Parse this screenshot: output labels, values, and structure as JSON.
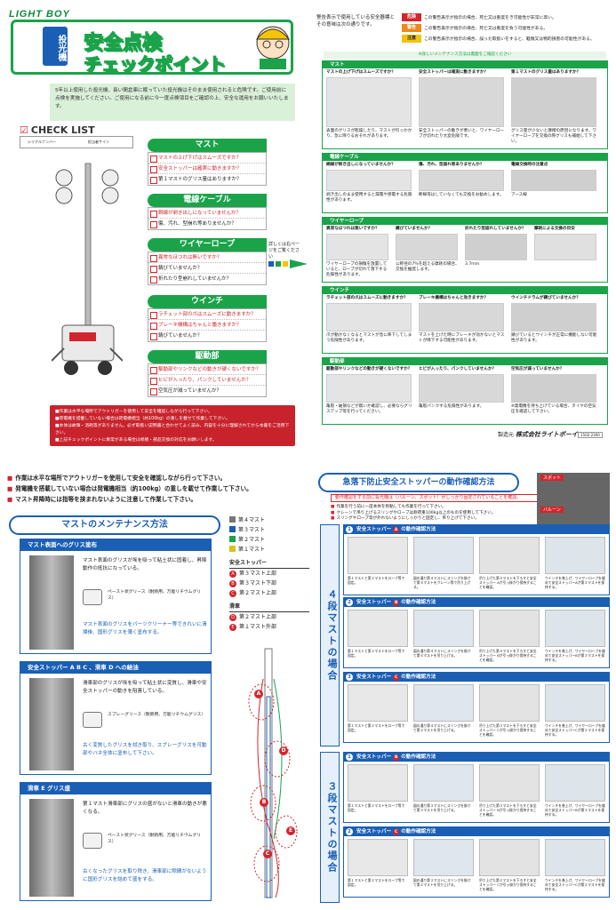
{
  "brand": "LIGHT BOY",
  "badge": "投光機",
  "title_line1": "安全点検",
  "title_line2": "チェックポイント",
  "intro": "5年以上使用した投光機、長い間倉庫に眠っていた投光機はそのまま使用されると危険です。ご使用前に点検を実施してください。ご使用になる前に今一度点検項目をご確認の上、安全な運用をお願いいたします。",
  "checklist": {
    "title": "CHECK LIST",
    "col1": "シリアルナンバー",
    "col2": "担当者サイン",
    "sections": [
      {
        "name": "マスト",
        "items": [
          {
            "text": "マストの上げ下げはスムーズですか？",
            "red": true
          },
          {
            "text": "安全ストッパーは確実に動きますか？",
            "red": true
          },
          {
            "text": "第１マストのグリス量はありますか？",
            "red": false
          }
        ]
      },
      {
        "name": "電線ケーブル",
        "items": [
          {
            "text": "銅線が剥き出しになっていませんか？",
            "red": true
          },
          {
            "text": "傷、汚れ、型崩れ等ありませんか？",
            "red": false
          }
        ]
      },
      {
        "name": "ワイヤーロープ",
        "items": [
          {
            "text": "異常なほつれは無いですか？",
            "red": true
          },
          {
            "text": "錆びていませんか？",
            "red": false
          },
          {
            "text": "折れたり型崩れしていませんか？",
            "red": false
          }
        ]
      },
      {
        "name": "ウインチ",
        "items": [
          {
            "text": "ラチェット部の爪はスムーズに動きますか？",
            "red": true
          },
          {
            "text": "ブレーキ機構はちゃんと働きますか？",
            "red": true
          },
          {
            "text": "錆びていませんか？",
            "red": false
          }
        ]
      },
      {
        "name": "駆動部",
        "items": [
          {
            "text": "駆動部やリンクなどの動きが硬くないですか？",
            "red": true
          },
          {
            "text": "ヒビが入ったり、パンクしていませんか？",
            "red": true
          },
          {
            "text": "空気圧が減っていませんか？",
            "red": false
          }
        ]
      }
    ],
    "side_note": "詳しくは右ページをご覧ください"
  },
  "tl_warnings": [
    "■作業は水平な場所でアウトリガーを使用して安全を確認しながら行って下さい。",
    "■荷電機を搭載していない場合は荷電機相当（約100kg）の重しを載せて作業して下さい。",
    "■本体は故障・消耗等がありません。必ず取扱い説明書と合わせてよく読み、内容を十分に理解されてから本書をご活用下さい。",
    "■上記チェックポイントに異常がある場合は修繕・部品交換の対応をお願いします。"
  ],
  "tr": {
    "lead": "警告表示で使用している安全器標と その意味は次の通りです。",
    "danger_rows": [
      {
        "tag": "危険",
        "color": "#d2262c",
        "text": "この警告表示が指示の場合、死亡又は重度をき可能性が非常に高い。"
      },
      {
        "tag": "警告",
        "color": "#e98a1a",
        "text": "この警告表示が指示の場合、死亡又は重度を負う可能性がある。"
      },
      {
        "tag": "注意",
        "color": "#f1c40f",
        "text": "この警告表示が指示の場合、誤った取扱いをすると、軽傷又は物的損害の可能性がある。"
      }
    ],
    "mini_note": "※詳しいメンテナンス方法は裏面をご確認ください",
    "sections": [
      {
        "name": "マスト",
        "caps": [
          "マストの上げ下げはスムーズですか？",
          "安全ストッパーは確実に動きますか？",
          "第１マストのグリス量はありますか？"
        ],
        "notes": [
          "表面のグリスが乾燥したり、マストが引っかかり、急に降りるおそれがあります。",
          "安全ストッパーの動きが悪いと、ワイヤーロープが切れたり大変危険です。",
          "グリス量が少ないと摩擦の原因になります。ワイヤーロープを交換の際グリスも補給して下さい。"
        ]
      },
      {
        "name": "電線ケーブル",
        "caps": [
          "銅線が剥き出しになっていませんか？",
          "傷、汚れ、型崩れ等ありませんか？",
          "電線交換時の注意点"
        ],
        "notes": [
          "剥き出しのまま使用すると漏電や感電する危険性があります。",
          "断線等はしていなくても交換をお勧めします。",
          "アース線"
        ]
      },
      {
        "name": "ワイヤーロープ",
        "caps": [
          "異常なほつれは無いですか？",
          "錆びていませんか？",
          "折れたり型崩れしていませんか？",
          "摩耗による交換の目安"
        ],
        "notes": [
          "ワイヤーロープの損傷を放置していると、ロープが切れて落下する危険性があります。",
          "公称径の7％を超える摩耗の場合、交換を推奨します。",
          "3.7mm"
        ]
      },
      {
        "name": "ウインチ",
        "caps": [
          "ラチェット部の爪はスムーズに動きますか？",
          "ブレーキ機構はちゃんと効きますか？",
          "ウインチドラムが錆びていませんか？"
        ],
        "notes": [
          "爪が動かなくなるとマストが急に降下してしまう危険性があります。",
          "マストを上げた時にブレーキが効かないとマストが降下する可能性があります。",
          "錆びているとウインチが正常に機能しない可能性があります。"
        ]
      },
      {
        "name": "駆動部",
        "caps": [
          "駆動部やリンクなどの動きが硬くないですか？",
          "ヒビが入ったり、パンクしていませんか？",
          "空気圧が減っていませんか？"
        ],
        "notes": [
          "亀裂・破損などが無いか確認し、必要ならグリスアップ等を行ってください。",
          "亀裂パンクする危険性があります。",
          "※発電機を持ち上げている場合、タイヤの空気圧を確認して下さい。"
        ]
      }
    ],
    "footer_lead": "製造元",
    "footer_company": "株式会社ライトボーイ",
    "footer_code": "1502-2300"
  },
  "bl": {
    "warnings": [
      "作業は水平な場所でアウトリガーを使用して安全を確認しながら行って下さい。",
      "発電機を搭載していない場合は発電機相当（約100kg）の重しを載せて作業して下さい。",
      "マスト昇降時には指等を挟まれないように注意して作業して下さい。"
    ],
    "maint_title": "マストのメンテナンス方法",
    "cards": [
      {
        "head": "マスト表面へのグリス塗布",
        "text1": "マスト表面のグリスが埃を吸って粘土状に固着し、昇降動作の抵抗になっている。",
        "grease": "ペースト状グリース（耐熱用、万能リチウムグリス）",
        "text2": "マスト表面のグリスをパーツクリーナー等できれいに清掃後、国形グリスを薄く塗布する。"
      },
      {
        "head": "安全ストッパー A B C 、滑車 D への給油",
        "text1": "滑車部のグリスが埃を吸って粘土状に変質し、滑車や安全ストッパーの動きを阻害している。",
        "grease": "スプレーグリース（耐熱用、万能リチウムグリス）",
        "text2": "古く変質したグリスを拭き取り、スプレーグリスを可動部やバネ全体に塗布して下さい。"
      },
      {
        "head": "滑車 E グリス盛",
        "text1": "第１マスト滑車部にグリスの盛がないと滑車の動きが悪くなる。",
        "grease": "ペースト状グリース（耐熱用、万能リチウムグリス）",
        "text2": "古くなったグリスを取り除き、滑車部に隙間がないように国形グリスを詰めて盛をする。"
      }
    ],
    "legend": {
      "masts": [
        {
          "label": "第４マスト",
          "color": "#777777"
        },
        {
          "label": "第３マスト",
          "color": "#1a5fb4"
        },
        {
          "label": "第２マスト",
          "color": "#1ba34a"
        },
        {
          "label": "第１マスト",
          "color": "#d9c21f"
        }
      ],
      "stopper_head": "安全ストッパー",
      "stoppers": [
        {
          "k": "A",
          "label": "第３マスト上部"
        },
        {
          "k": "B",
          "label": "第３マスト下部"
        },
        {
          "k": "C",
          "label": "第２マスト上部"
        }
      ],
      "pulley_head": "滑車",
      "pulleys": [
        {
          "k": "D",
          "label": "第２マスト上部"
        },
        {
          "k": "E",
          "label": "第１マスト外部"
        }
      ]
    }
  },
  "br": {
    "title": "急落下防止安全ストッパーの動作確認方法",
    "red_note": "動作確認をする前に投光機は（バルーン、スポット）がしっかり固定されていることを確認。",
    "bullets": [
      "作業を行う前に一度本体を移動しても作業を行って下さい。",
      "クレーンで吊り上げるスリングやロープは耐荷重100kg以上のものを使用して下さい。",
      "スリングやロープ等が外れないようにしっかりと固定し、吊り上げて下さい。"
    ],
    "stop_label1": "スポット",
    "stop_label2": "バルーン",
    "label4": "４段マストの場合",
    "label3": "３段マストの場合",
    "steps": [
      {
        "num": "1",
        "pre": "安全ストッパー",
        "tag": "A",
        "post": "の動作確認方法",
        "caps": [
          "第１マストと第２マストをロープ等で固定。",
          "図の通り第４マストにスリングを掛けて第４マストをクレーン等で吊り上げる。",
          "吊り上げた第４マストを下ろすと安全ストッパー Aが引っ掛かり保持することを確認。",
          "ウインチを巻上げ、ワイヤーロープを緩めて安全ストッパーAが第３マストを保持する。"
        ]
      },
      {
        "num": "2",
        "pre": "安全ストッパー",
        "tag": "B",
        "post": "の動作確認方法",
        "caps": [
          "第１マストと第２マストをロープ等で固定。",
          "図の通り第４マストにスリングを掛けて第４マストを吊り上げる。",
          "吊り上げた第４マストを下ろすと安全ストッパー Bが引っ掛かり保持することを確認。",
          "ウインチを巻上げ、ワイヤーロープを緩めて安全ストッパーBが第３マストを保持する。"
        ]
      },
      {
        "num": "3",
        "pre": "安全ストッパー",
        "tag": "C",
        "post": "の動作確認方法",
        "caps": [
          "第１マストと第２マストをロープ等で固定。",
          "図の通り第４マストにスリングを掛けて第２マストを吊り上げる。",
          "吊り上げた第３マストを下ろすと安全ストッパー Cが引っ掛かり保持することを確認。",
          "ウインチを巻上げ、ワイヤーロープを緩めて安全ストッパーCが第２マストを保持する。"
        ]
      },
      {
        "num": "1",
        "pre": "安全ストッパー",
        "tag": "B",
        "post": "の動作確認方法",
        "caps": [
          "第１マストと第２マストをロープ等で固定。",
          "図の通り第３マストにスリングを掛けて第３マストを吊り上げる。",
          "吊り上げた第３マストを下ろすと安全ストッパー Bが引っ掛かり保持することを確認。",
          "ウインチを巻上げ、ワイヤーロープを緩めて安全ストッパーBが第３マストを保持する。"
        ]
      },
      {
        "num": "2",
        "pre": "安全ストッパー",
        "tag": "C",
        "post": "の動作確認方法",
        "caps": [
          "第１マストと第２マストをロープ等で固定。",
          "図の通り第３マストにスリングを掛けて第２マストを吊り上げる。",
          "吊り上げた第２マストを下ろすと安全ストッパー Cが引っ掛かり保持することを確認。",
          "ウインチを巻上げ、ワイヤーロープを緩めて安全ストッパーCが第２マストを保持する。"
        ]
      }
    ]
  }
}
